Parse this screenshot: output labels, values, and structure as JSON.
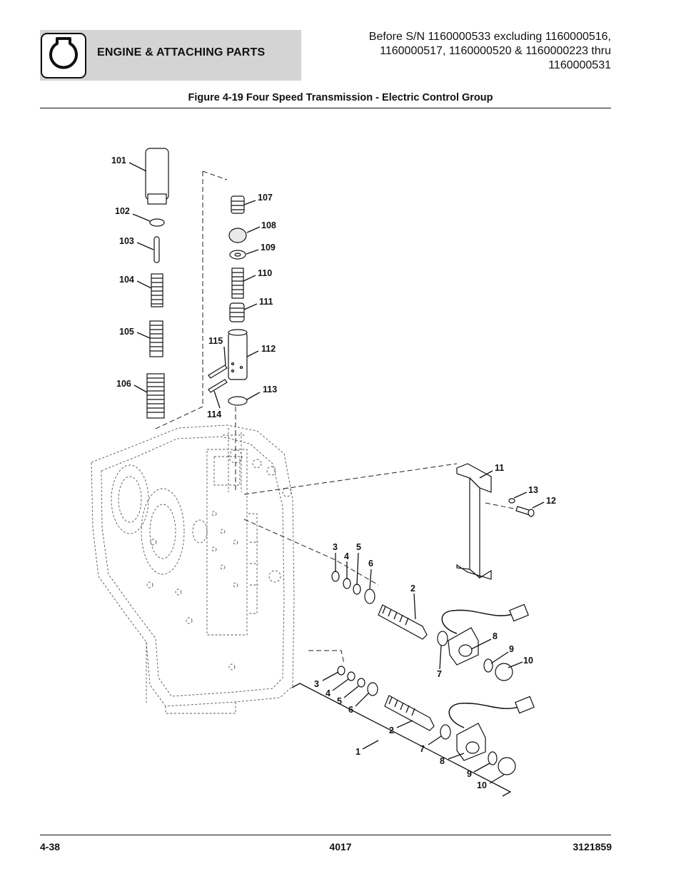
{
  "header": {
    "section_title": "ENGINE & ATTACHING PARTS",
    "serial_lines": [
      "Before S/N 1160000533 excluding 1160000516,",
      "1160000517, 1160000520 & 1160000223 thru",
      "1160000531"
    ],
    "logo_icon": "engine-icon"
  },
  "figure_title": "Figure 4-19 Four Speed Transmission - Electric Control Group",
  "callouts": {
    "c101": "101",
    "c102": "102",
    "c103": "103",
    "c104": "104",
    "c105": "105",
    "c106": "106",
    "c107": "107",
    "c108": "108",
    "c109": "109",
    "c110": "110",
    "c111": "111",
    "c112": "112",
    "c113": "113",
    "c114": "114",
    "c115": "115",
    "c11": "11",
    "c12": "12",
    "c13": "13",
    "u3": "3",
    "u4": "4",
    "u5": "5",
    "u6": "6",
    "u2": "2",
    "u7": "7",
    "u8": "8",
    "u9": "9",
    "u10": "10",
    "l1": "1",
    "l3": "3",
    "l4": "4",
    "l5": "5",
    "l6": "6",
    "l2": "2",
    "l7": "7",
    "l8": "8",
    "l9": "9",
    "l10": "10"
  },
  "footer": {
    "page": "4-38",
    "model": "4017",
    "doc_number": "3121859"
  }
}
